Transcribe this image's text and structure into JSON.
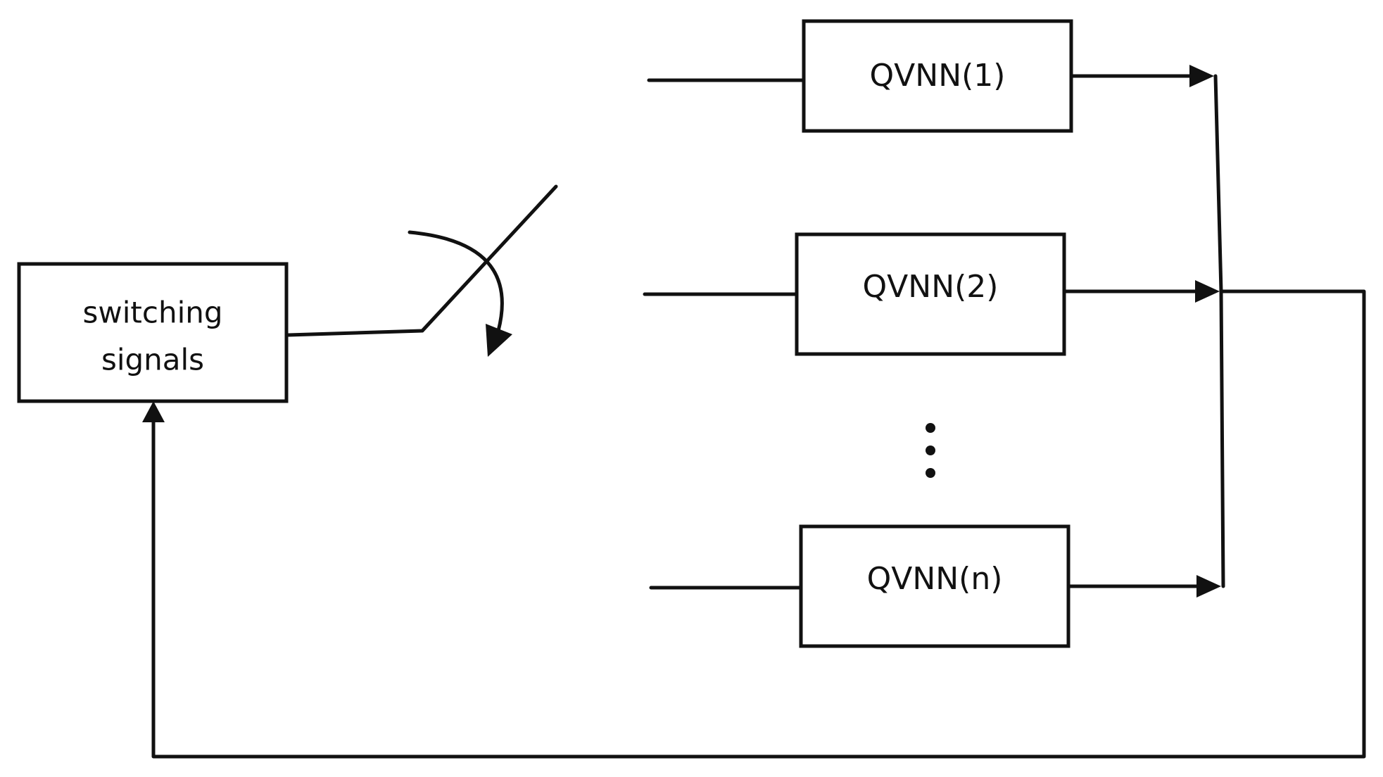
{
  "blocks": {
    "switching": {
      "line1": "switching",
      "line2": "signals"
    },
    "qvnn1": {
      "label": "QVNN(1)"
    },
    "qvnn2": {
      "label": "QVNN(2)"
    },
    "qvnnN": {
      "label": "QVNN(n)"
    }
  },
  "colors": {
    "stroke": "#111111",
    "background": "#ffffff"
  }
}
